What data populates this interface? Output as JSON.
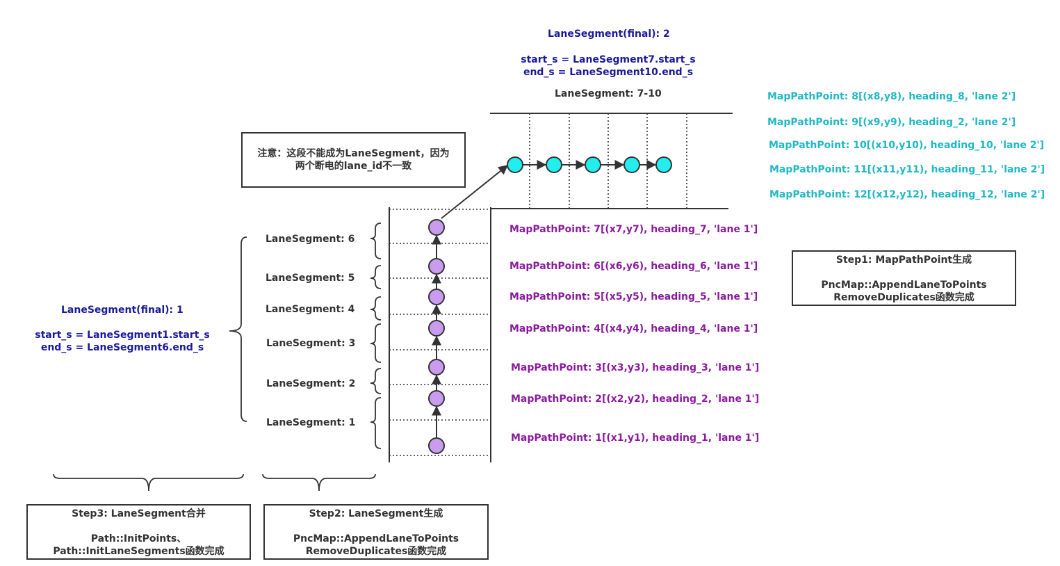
{
  "final2": {
    "title": "LaneSegment(final): 2",
    "start": "start_s = LaneSegment7.start_s",
    "end": "end_s = LaneSegment10.end_s",
    "segments": "LaneSegment: 7-10"
  },
  "final1": {
    "title": "LaneSegment(final): 1",
    "start": "start_s = LaneSegment1.start_s",
    "end": "end_s = LaneSegment6.end_s"
  },
  "note": {
    "line1": "注意：这段不能成为LaneSegment，因为",
    "line2": "两个断电的lane_id不一致"
  },
  "lane_segments": [
    "LaneSegment: 6",
    "LaneSegment: 5",
    "LaneSegment: 4",
    "LaneSegment: 3",
    "LaneSegment: 2",
    "LaneSegment: 1"
  ],
  "lane1_points": [
    "MapPathPoint: 7[(x7,y7), heading_7, 'lane 1']",
    "MapPathPoint: 6[(x6,y6), heading_6, 'lane 1']",
    "MapPathPoint: 5[(x5,y5), heading_5, 'lane 1']",
    "MapPathPoint: 4[(x4,y4), heading_4, 'lane 1']",
    "MapPathPoint: 3[(x3,y3), heading_3, 'lane 1']",
    "MapPathPoint: 2[(x2,y2), heading_2, 'lane 1']",
    "MapPathPoint: 1[(x1,y1), heading_1, 'lane 1']"
  ],
  "lane2_points": [
    "MapPathPoint: 8[(x8,y8), heading_8, 'lane 2']",
    "MapPathPoint: 9[(x9,y9), heading_2, 'lane 2']",
    "MapPathPoint: 10[(x10,y10), heading_10, 'lane 2']",
    "MapPathPoint: 11[(x11,y11), heading_11, 'lane 2']",
    "MapPathPoint: 12[(x12,y12), heading_12, 'lane 2']"
  ],
  "step1": {
    "title": "Step1: MapPathPoint生成",
    "line1": "PncMap::AppendLaneToPoints",
    "line2": "RemoveDuplicates函数完成"
  },
  "step2": {
    "title": "Step2: LaneSegment生成",
    "line1": "PncMap::AppendLaneToPoints",
    "line2": "RemoveDuplicates函数完成"
  },
  "step3": {
    "title": "Step3: LaneSegment合并",
    "line1": "Path::InitPoints、",
    "line2": "Path::InitLaneSegments函数完成"
  },
  "colors": {
    "blue_text": "#1a1a9c",
    "purple_text": "#8b1a9e",
    "cyan_text": "#1fb8c4",
    "lane1_node": "#c99cf0",
    "lane2_node": "#22eef0"
  }
}
